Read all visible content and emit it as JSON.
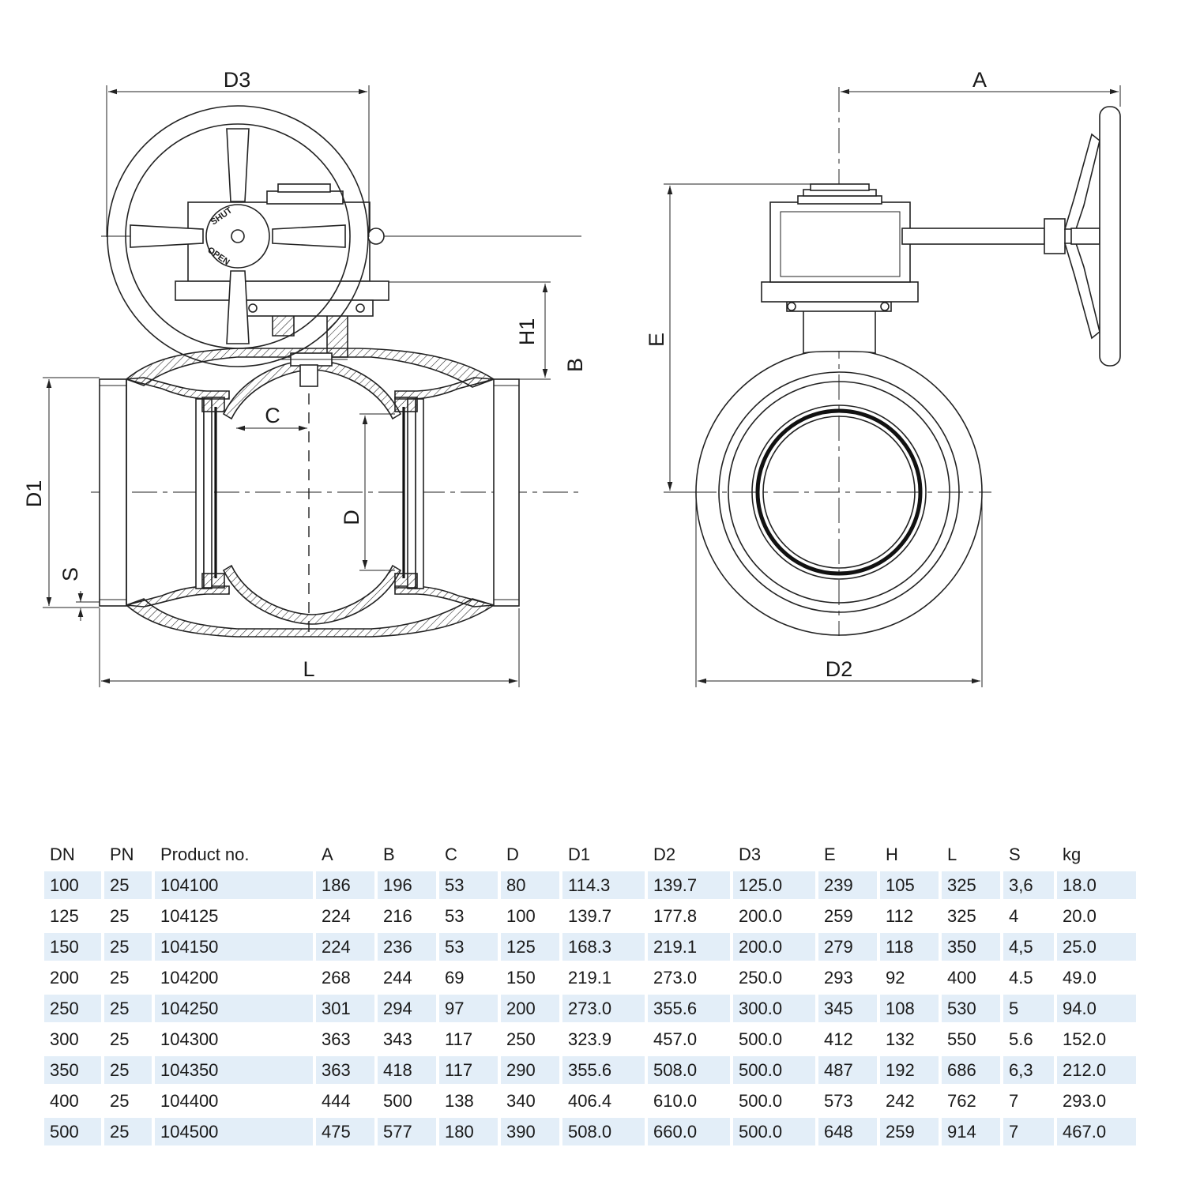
{
  "drawing": {
    "dimensions": {
      "D3": "D3",
      "A": "A",
      "H1": "H1",
      "B": "B",
      "C": "C",
      "D": "D",
      "D1": "D1",
      "S": "S",
      "L": "L",
      "E": "E",
      "D2": "D2"
    },
    "handwheel_marks": {
      "shut": "SHUT",
      "open": "OPEN"
    }
  },
  "table": {
    "columns": [
      "DN",
      "PN",
      "Product no.",
      "A",
      "B",
      "C",
      "D",
      "D1",
      "D2",
      "D3",
      "E",
      "H",
      "L",
      "S",
      "kg"
    ],
    "rows": [
      [
        "100",
        "25",
        "104100",
        "186",
        "196",
        "53",
        "80",
        "114.3",
        "139.7",
        "125.0",
        "239",
        "105",
        "325",
        "3,6",
        "18.0"
      ],
      [
        "125",
        "25",
        "104125",
        "224",
        "216",
        "53",
        "100",
        "139.7",
        "177.8",
        "200.0",
        "259",
        "112",
        "325",
        "4",
        "20.0"
      ],
      [
        "150",
        "25",
        "104150",
        "224",
        "236",
        "53",
        "125",
        "168.3",
        "219.1",
        "200.0",
        "279",
        "118",
        "350",
        "4,5",
        "25.0"
      ],
      [
        "200",
        "25",
        "104200",
        "268",
        "244",
        "69",
        "150",
        "219.1",
        "273.0",
        "250.0",
        "293",
        "92",
        "400",
        "4.5",
        "49.0"
      ],
      [
        "250",
        "25",
        "104250",
        "301",
        "294",
        "97",
        "200",
        "273.0",
        "355.6",
        "300.0",
        "345",
        "108",
        "530",
        "5",
        "94.0"
      ],
      [
        "300",
        "25",
        "104300",
        "363",
        "343",
        "117",
        "250",
        "323.9",
        "457.0",
        "500.0",
        "412",
        "132",
        "550",
        "5.6",
        "152.0"
      ],
      [
        "350",
        "25",
        "104350",
        "363",
        "418",
        "117",
        "290",
        "355.6",
        "508.0",
        "500.0",
        "487",
        "192",
        "686",
        "6,3",
        "212.0"
      ],
      [
        "400",
        "25",
        "104400",
        "444",
        "500",
        "138",
        "340",
        "406.4",
        "610.0",
        "500.0",
        "573",
        "242",
        "762",
        "7",
        "293.0"
      ],
      [
        "500",
        "25",
        "104500",
        "475",
        "577",
        "180",
        "390",
        "508.0",
        "660.0",
        "500.0",
        "648",
        "259",
        "914",
        "7",
        "467.0"
      ]
    ]
  }
}
